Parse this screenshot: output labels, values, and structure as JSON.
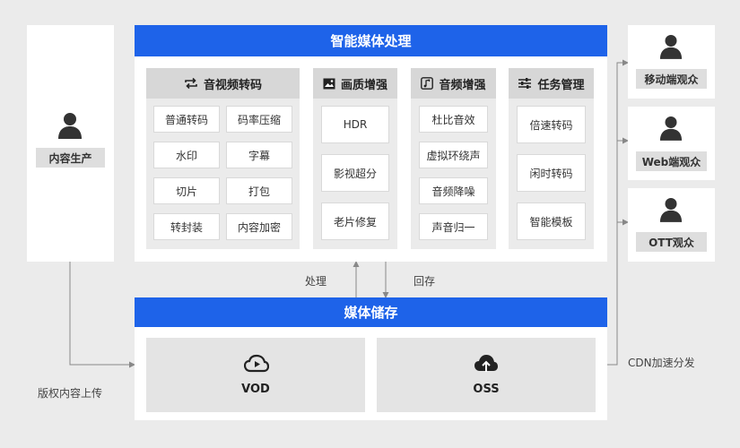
{
  "producer": {
    "label": "内容生产"
  },
  "upload_label": "版权内容上传",
  "processing": {
    "title": "智能媒体处理",
    "modules": [
      {
        "title": "音视频转码",
        "icon": "repeat-icon",
        "items": [
          "普通转码",
          "码率压缩",
          "水印",
          "字幕",
          "切片",
          "打包",
          "转封装",
          "内容加密"
        ]
      },
      {
        "title": "画质增强",
        "icon": "image-icon",
        "items": [
          "HDR",
          "影视超分",
          "老片修复"
        ]
      },
      {
        "title": "音频增强",
        "icon": "music-note-icon",
        "items": [
          "杜比音效",
          "虚拟环绕声",
          "音频降噪",
          "声音归一"
        ]
      },
      {
        "title": "任务管理",
        "icon": "sliders-icon",
        "items": [
          "倍速转码",
          "闲时转码",
          "智能模板"
        ]
      }
    ]
  },
  "flow": {
    "process_label": "处理",
    "store_back_label": "回存"
  },
  "storage": {
    "title": "媒体储存",
    "items": [
      {
        "label": "VOD",
        "icon": "cloud-play-icon"
      },
      {
        "label": "OSS",
        "icon": "cloud-upload-icon"
      }
    ]
  },
  "cdn_label": "CDN加速分发",
  "audiences": [
    {
      "label": "移动端观众"
    },
    {
      "label": "Web端观众"
    },
    {
      "label": "OTT观众"
    }
  ],
  "colors": {
    "accent": "#1e63e9",
    "background": "#ebebeb"
  }
}
